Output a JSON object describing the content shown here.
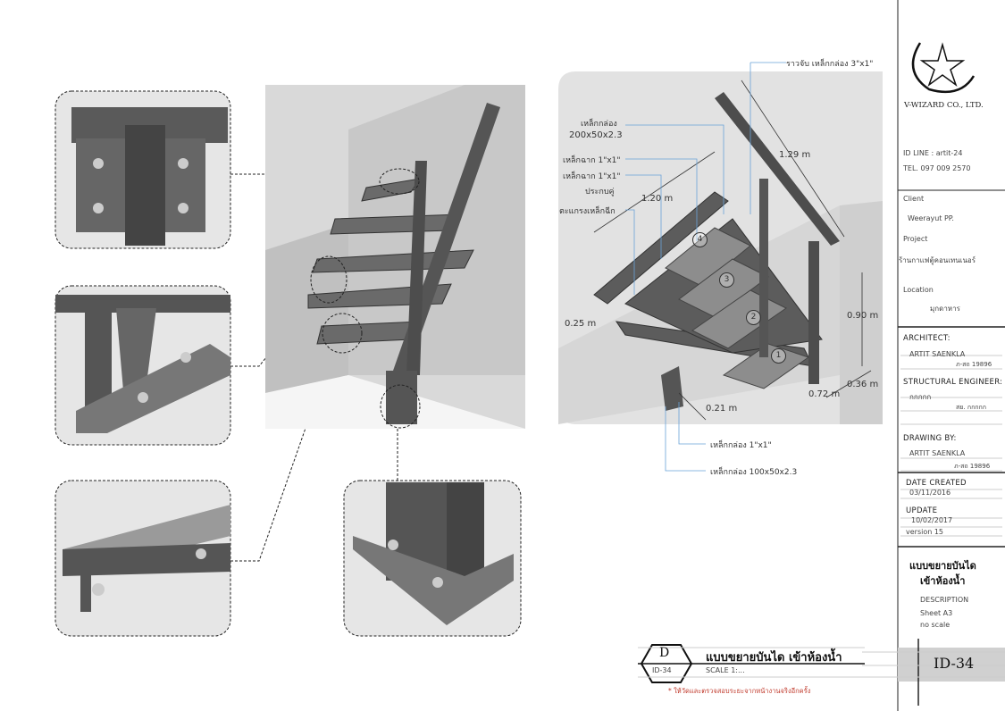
{
  "company": {
    "name": "V-WIZARD CO., LTD.",
    "id_line": "ID LINE : artit-24",
    "tel": "TEL. 097 009 2570"
  },
  "client": {
    "label": "Client",
    "value": "Weerayut PP."
  },
  "project": {
    "label": "Project",
    "value": "ร้านกาแฟตู้คอนเทนเนอร์"
  },
  "location": {
    "label": "Location",
    "value": "มุกดาหาร"
  },
  "architect": {
    "label": "ARCHITECT:",
    "name": "ARTIT SAENKLA",
    "license": "ภ-สถ 19896"
  },
  "structural": {
    "label": "STRUCTURAL ENGINEER:",
    "name": "กกกกก",
    "license": "สย. กกกกก"
  },
  "drawing_by": {
    "label": "DRAWING BY:",
    "name": "ARTIT SAENKLA",
    "license": "ภ-สถ 19896"
  },
  "dates": {
    "created_label": "DATE CREATED",
    "created": "03/11/2016",
    "update_label": "UPDATE",
    "update": "10/02/2017",
    "version": "version 15"
  },
  "sheet": {
    "title_line1": "แบบขยายบันได",
    "title_line2": "เข้าห้องน้ำ",
    "description_label": "DESCRIPTION",
    "sheet": "Sheet  A3",
    "scale": "no scale",
    "number": "ID-34"
  },
  "title_bubble": {
    "letter": "D",
    "ref": "ID-34",
    "title": "แบบขยายบันได เข้าห้องน้ำ",
    "scale": "SCALE 1:...",
    "note": "* ให้วัดและตรวจสอบระยะจากหน้างานจริงอีกครั้ง"
  },
  "callouts": {
    "handrail": "ราวจับ เหล็กกล่อง 3\"x1\"",
    "stringer_1": "เหล็กกล่อง",
    "stringer_2": "200x50x2.3",
    "angle": "เหล็กฉาก 1\"x1\"",
    "angle_pair_1": "เหล็กฉาก 1\"x1\"",
    "angle_pair_2": "ประกบคู่",
    "mesh": "ตะแกรงเหล็กฉีก",
    "box_small": "เหล็กกล่อง 1\"x1\"",
    "box_post": "เหล็กกล่อง 100x50x2.3"
  },
  "dimensions": {
    "handrail": "1.29 m",
    "width": "1.20 m",
    "riser": "0.25 m",
    "height": "0.90 m",
    "post": "0.36 m",
    "run": "0.72 m",
    "tread": "0.21 m"
  },
  "steps": [
    "1",
    "2",
    "3",
    "4"
  ]
}
